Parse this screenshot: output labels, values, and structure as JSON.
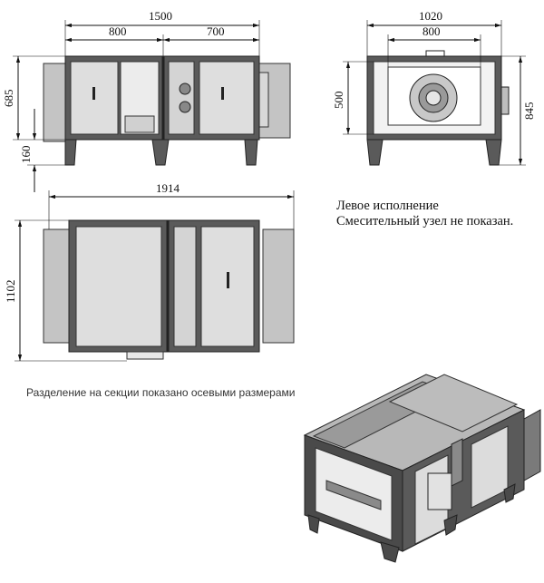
{
  "front_view": {
    "dim_width_total": "1500",
    "dim_width_left": "800",
    "dim_width_right": "700",
    "dim_height": "685",
    "dim_legs": "160"
  },
  "end_view": {
    "dim_width_total": "1020",
    "dim_width_inner": "800",
    "dim_height_inner": "500",
    "dim_height_total": "845"
  },
  "top_view": {
    "dim_length": "1914",
    "dim_depth": "1102"
  },
  "notes": {
    "line1": "Левое исполнение",
    "line2": "Смесительный узел не показан."
  },
  "caption": "Разделение на секции показано осевыми размерами",
  "colors": {
    "frame": "#5a5a5a",
    "panel": "#dedede",
    "duct": "#c4c4c4",
    "line": "#111111",
    "iso_dark": "#3a3a3a"
  }
}
